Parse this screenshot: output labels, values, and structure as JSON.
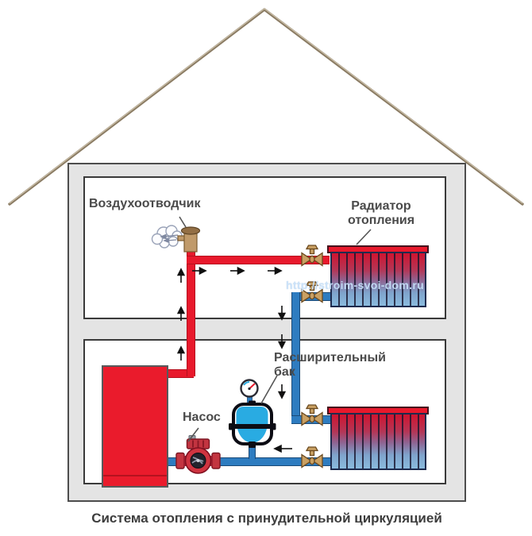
{
  "title": "Система отопления с принудительной циркуляцией",
  "watermark": "http://stroim-svoi-dom.ru",
  "labels": {
    "air_vent": "Воздухоотводчик",
    "radiator": "Радиатор отопления",
    "pump": "Насос",
    "expansion_tank": "Расширительный бак"
  },
  "colors": {
    "hot_pipe": "#e8192c",
    "cold_pipe": "#2e7cc0",
    "tank_water": "#29abe2",
    "valve": "#c9a063",
    "roof": "#8b7c64",
    "wall": "#e4e4e4",
    "radiator_top": "#d01430",
    "radiator_bottom": "#8abbde"
  }
}
